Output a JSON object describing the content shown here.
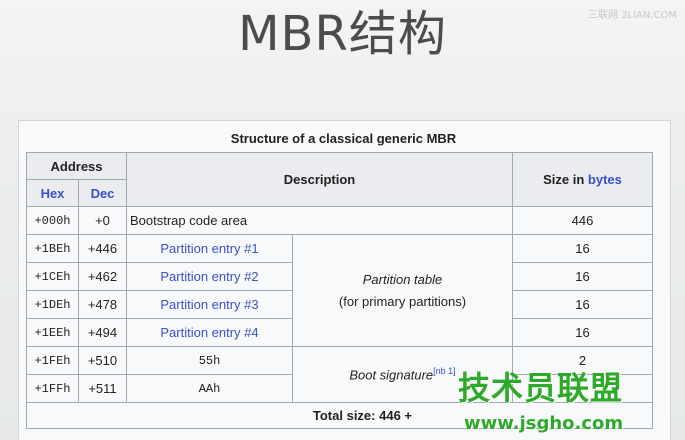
{
  "slide": {
    "title": "MBR结构",
    "top_watermark": "三联网 3LIAN.COM"
  },
  "table": {
    "caption": "Structure of a classical generic MBR",
    "headers": {
      "address": "Address",
      "hex": "Hex",
      "dec": "Dec",
      "description": "Description",
      "size_prefix": "Size in ",
      "size_link": "bytes"
    },
    "rows": [
      {
        "hex": "+000h",
        "dec": "+0",
        "desc": "Bootstrap code area",
        "size": "446"
      },
      {
        "hex": "+1BEh",
        "dec": "+446",
        "desc": "Partition entry #1",
        "size": "16"
      },
      {
        "hex": "+1CEh",
        "dec": "+462",
        "desc": "Partition entry #2",
        "size": "16"
      },
      {
        "hex": "+1DEh",
        "dec": "+478",
        "desc": "Partition entry #3",
        "size": "16"
      },
      {
        "hex": "+1EEh",
        "dec": "+494",
        "desc": "Partition entry #4",
        "size": "16"
      },
      {
        "hex": "+1FEh",
        "dec": "+510",
        "desc": "55h",
        "size": "2"
      },
      {
        "hex": "+1FFh",
        "dec": "+511",
        "desc": "AAh",
        "size": ""
      }
    ],
    "group_partition_line1": "Partition table",
    "group_partition_line2": "(for primary partitions)",
    "group_boot": "Boot signature",
    "group_boot_note": "[nb 1]",
    "total_label": "Total size: 446 +"
  },
  "overlay_watermark": {
    "text": "技术员联盟",
    "url": "www.jsgho.com"
  }
}
